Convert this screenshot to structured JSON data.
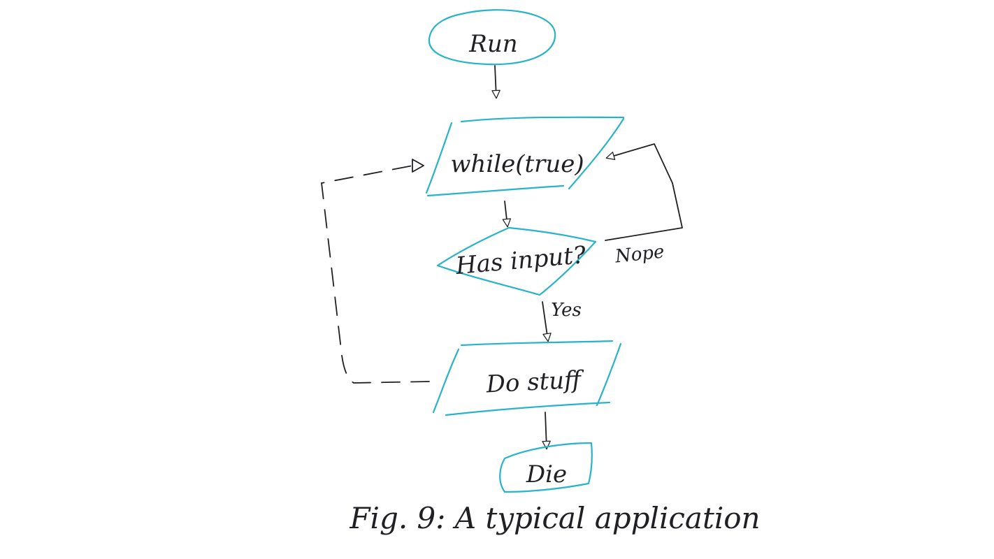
{
  "diagram": {
    "nodes": {
      "run": {
        "label": "Run",
        "shape": "ellipse"
      },
      "loop": {
        "label": "while(true)",
        "shape": "parallelogram"
      },
      "check": {
        "label": "Has input?",
        "shape": "diamond"
      },
      "work": {
        "label": "Do stuff",
        "shape": "parallelogram"
      },
      "end": {
        "label": "Die",
        "shape": "rectangle"
      }
    },
    "edges": {
      "no_label": "Nope",
      "yes_label": "Yes"
    },
    "caption": "Fig. 9: A typical application",
    "colors": {
      "shape_stroke": "#27b3c9",
      "ink": "#1f1f24",
      "background": "#ffffff"
    }
  }
}
